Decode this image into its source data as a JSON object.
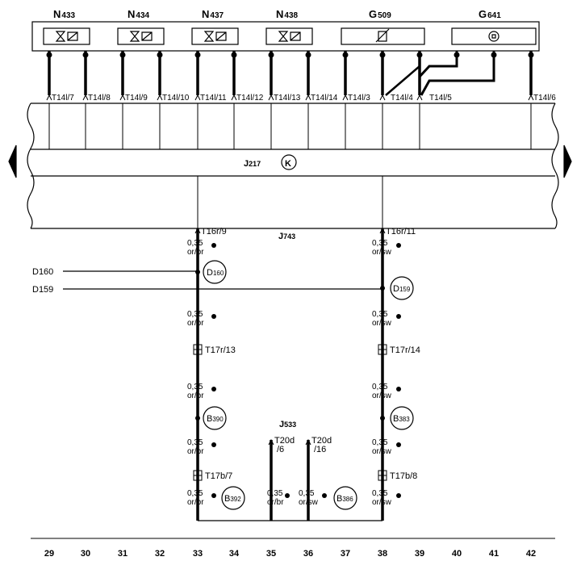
{
  "components": [
    {
      "name": "N",
      "sub": "433"
    },
    {
      "name": "N",
      "sub": "434"
    },
    {
      "name": "N",
      "sub": "437"
    },
    {
      "name": "N",
      "sub": "438"
    },
    {
      "name": "G",
      "sub": "509"
    },
    {
      "name": "G",
      "sub": "641"
    }
  ],
  "t14_pins": [
    "T14l/7",
    "T14l/8",
    "T14l/9",
    "T14l/10",
    "T14l/11",
    "T14l/12",
    "T14l/13",
    "T14l/14",
    "T14l/3",
    "T14l/4",
    "T14l/5",
    "T14l/6"
  ],
  "control_unit": {
    "name": "J",
    "sub": "217",
    "symbol": "K"
  },
  "gateway": {
    "name": "J",
    "sub": "743"
  },
  "connector_left": "T16r/9",
  "connector_right": "T16r/11",
  "wire_size": "0,35",
  "color_left": "or/br",
  "color_right": "or/sw",
  "left_inputs": [
    "D160",
    "D159"
  ],
  "splices": {
    "d160": {
      "letter": "D",
      "sub": "160"
    },
    "d159": {
      "letter": "D",
      "sub": "159"
    },
    "b390": {
      "letter": "B",
      "sub": "390"
    },
    "b383": {
      "letter": "B",
      "sub": "383"
    },
    "b392": {
      "letter": "B",
      "sub": "392"
    },
    "b386": {
      "letter": "B",
      "sub": "386"
    }
  },
  "connectors_mid": {
    "left": "T17r/13",
    "right": "T17r/14"
  },
  "connectors_low": {
    "left": "T17b/7",
    "right": "T17b/8"
  },
  "j533": {
    "name": "J",
    "sub": "533",
    "pin_a1": "T20d",
    "pin_a2": "/6",
    "pin_b1": "T20d",
    "pin_b2": "/16"
  },
  "track_numbers": [
    "29",
    "30",
    "31",
    "32",
    "33",
    "34",
    "35",
    "36",
    "37",
    "38",
    "39",
    "40",
    "41",
    "42"
  ]
}
